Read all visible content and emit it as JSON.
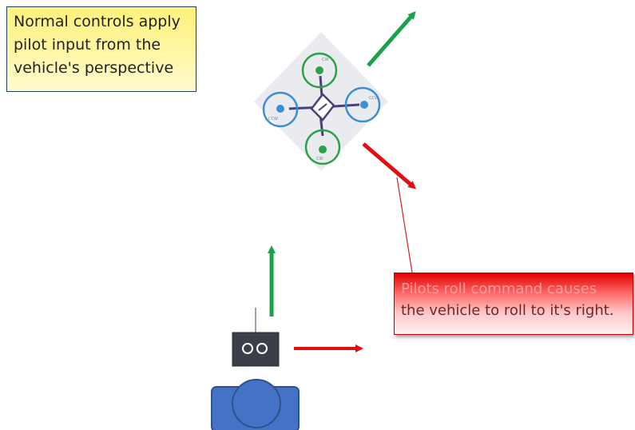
{
  "callouts": {
    "normal_controls": [
      "Normal controls apply",
      "pilot input from the",
      "vehicle's perspective"
    ],
    "roll_command": [
      "Pilots roll command causes",
      "the vehicle to roll to it's right."
    ]
  },
  "drone": {
    "rotor_labels": [
      "CW",
      "CCW",
      "CW",
      "CCW"
    ]
  },
  "colors": {
    "forward_arrow": "#1aa24a",
    "right_arrow": "#e01010",
    "pilot": "#4472c4",
    "pilot_outline": "#2f528f",
    "controller": "#3a3f48",
    "rotor_green": "#2ea04a",
    "rotor_blue": "#3b8fd6"
  }
}
